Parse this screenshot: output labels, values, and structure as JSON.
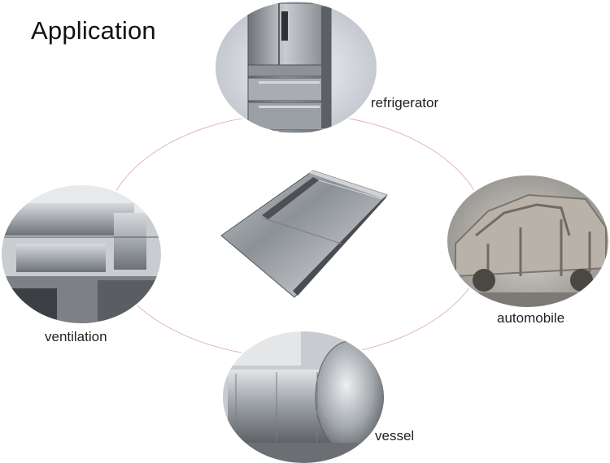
{
  "page": {
    "title": "Application"
  },
  "applications": [
    {
      "id": "refrigerator",
      "label": "refrigerator",
      "icon": "refrigerator-photo"
    },
    {
      "id": "automobile",
      "label": "automobile",
      "icon": "car-body-frame-photo"
    },
    {
      "id": "ventilation",
      "label": "ventilation",
      "icon": "ventilation-duct-photo"
    },
    {
      "id": "vessel",
      "label": "vessel",
      "icon": "pressure-vessel-tank-photo"
    }
  ],
  "center_product": {
    "icon": "galvanized-steel-sheet-photo"
  },
  "colors": {
    "ring": "#d9a6a6",
    "text": "#222222",
    "steel": "#9ea3a8"
  }
}
